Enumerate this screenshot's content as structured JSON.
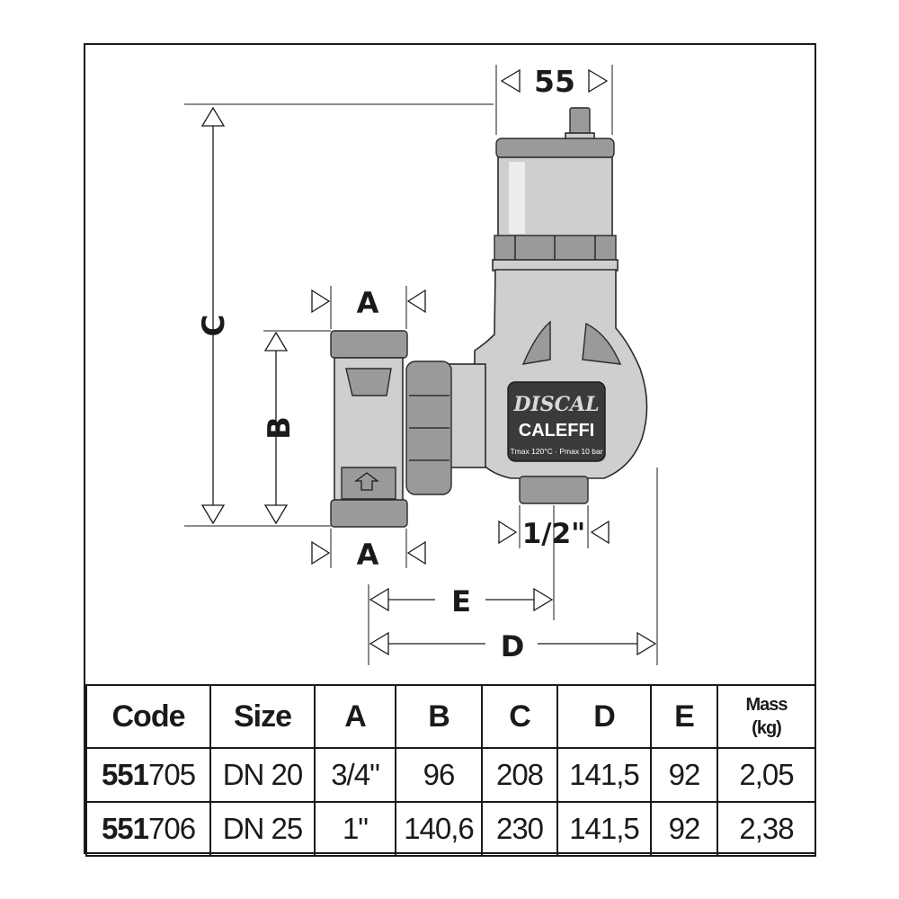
{
  "dimensions": {
    "top_width": "55",
    "a_top": "A",
    "a_bottom": "A",
    "b": "B",
    "c": "C",
    "d": "D",
    "e": "E",
    "outlet": "1/2\""
  },
  "label": {
    "brand_script": "DISCAL",
    "brand": "CALEFFI",
    "rating": "Tmax 120°C · Pmax 10 bar"
  },
  "table": {
    "headers": [
      "Code",
      "Size",
      "A",
      "B",
      "C",
      "D",
      "E"
    ],
    "mass_header": [
      "Mass",
      "(kg)"
    ],
    "rows": [
      {
        "code_bold": "551",
        "code_rest": "705",
        "size": "DN 20",
        "a": "3/4\"",
        "b": "96",
        "c": "208",
        "d": "141,5",
        "e": "92",
        "mass": "2,05"
      },
      {
        "code_bold": "551",
        "code_rest": "706",
        "size": "DN 25",
        "a": "1\"",
        "b": "140,6",
        "c": "230",
        "d": "141,5",
        "e": "92",
        "mass": "2,38"
      }
    ]
  },
  "colors": {
    "line": "#1a1a1a",
    "body_fill": "#cfcfcf",
    "dark_fill": "#9a9a9a"
  }
}
